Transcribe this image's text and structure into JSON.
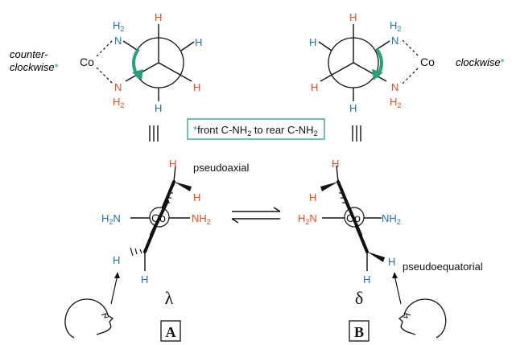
{
  "labels": {
    "counter_line1": "counter-",
    "counter_line2": "clockwise",
    "asterisk": "*",
    "clockwise": "clockwise",
    "co": "Co",
    "nh2_n": "N",
    "nh2_h": "H",
    "sub2": "2",
    "h": "H",
    "front_rear_note_part1": "front C-NH",
    "front_rear_note_part2": " to rear C-NH",
    "pseudoaxial": "pseudoaxial",
    "pseudoequatorial": "pseudoequatorial",
    "lambda": "λ",
    "delta": "δ",
    "label_a": "A",
    "label_b": "B",
    "identity": "|||"
  },
  "colors": {
    "amine_blue": "#1f6fb8",
    "amine_red": "#e8491d",
    "arrow_green": "#2aa07a",
    "note_border": "#2aa07a"
  }
}
